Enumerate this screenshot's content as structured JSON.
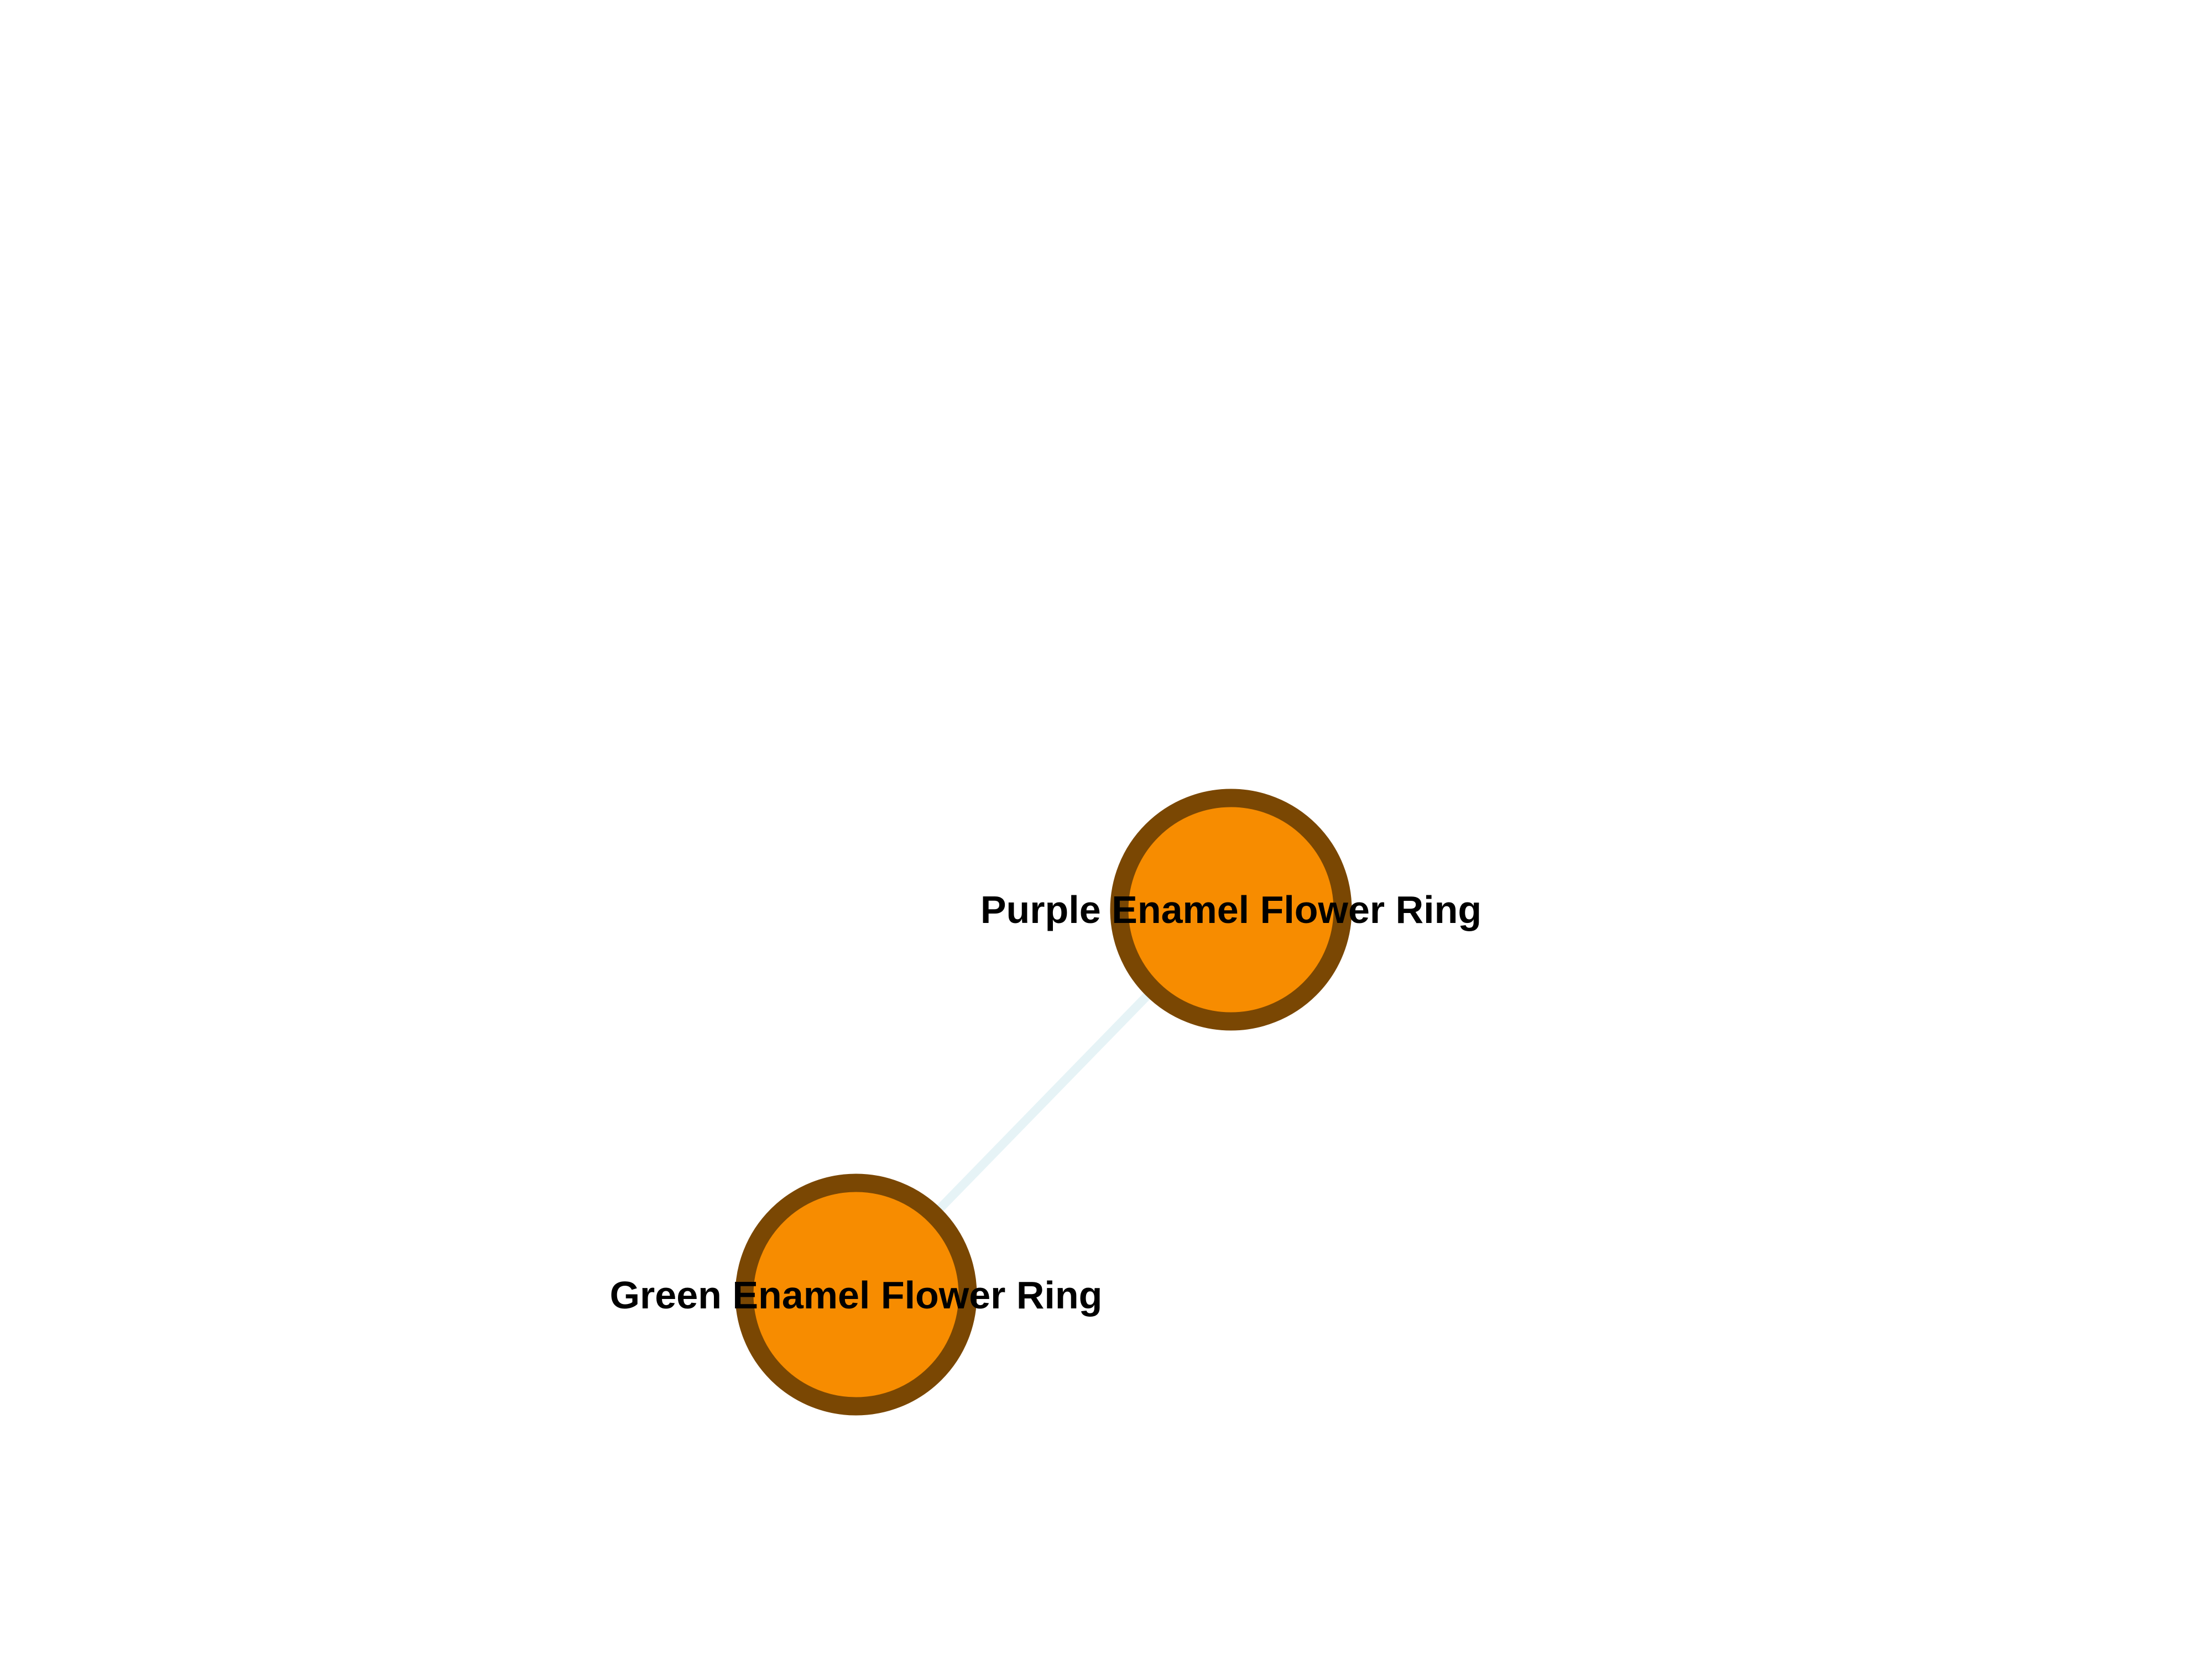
{
  "graph": {
    "colors": {
      "background": "#ffffff",
      "node_fill": "#f78c00",
      "node_stroke": "#7a4703",
      "edge": "#e6f3f6",
      "label": "#000000"
    },
    "nodes": [
      {
        "id": "purple",
        "label": "Purple Enamel Flower Ring"
      },
      {
        "id": "green",
        "label": "Green Enamel Flower Ring"
      }
    ],
    "edges": [
      {
        "source": "purple",
        "target": "green"
      }
    ]
  }
}
